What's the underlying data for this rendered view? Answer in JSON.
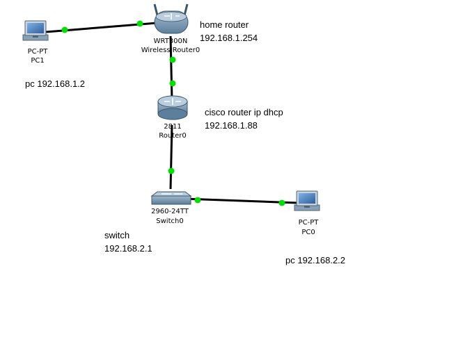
{
  "devices": {
    "pc1": {
      "model": "PC-PT",
      "name": "PC1",
      "icon": "pc-icon"
    },
    "wrt": {
      "model": "WRT300N",
      "name": "Wireless Router0",
      "icon": "wireless-router-icon"
    },
    "router": {
      "model": "2811",
      "name": "Router0",
      "icon": "router-icon"
    },
    "switch": {
      "model": "2960-24TT",
      "name": "Switch0",
      "icon": "switch-icon"
    },
    "pc0": {
      "model": "PC-PT",
      "name": "PC0",
      "icon": "pc-icon"
    }
  },
  "notes": {
    "pc1_ip": "pc 192.168.1.2",
    "home_title": "home router",
    "home_ip": "192.168.1.254",
    "router_title": "cisco router ip dhcp",
    "router_ip": "192.168.1.88",
    "switch_title": "switch",
    "switch_ip": "192.168.2.1",
    "pc0_ip": "pc 192.168.2.2"
  },
  "colors": {
    "link": "#000000",
    "port_up": "#00e000",
    "device_blue": "#6f93b0",
    "screen_blue": "#4a7fc0"
  }
}
